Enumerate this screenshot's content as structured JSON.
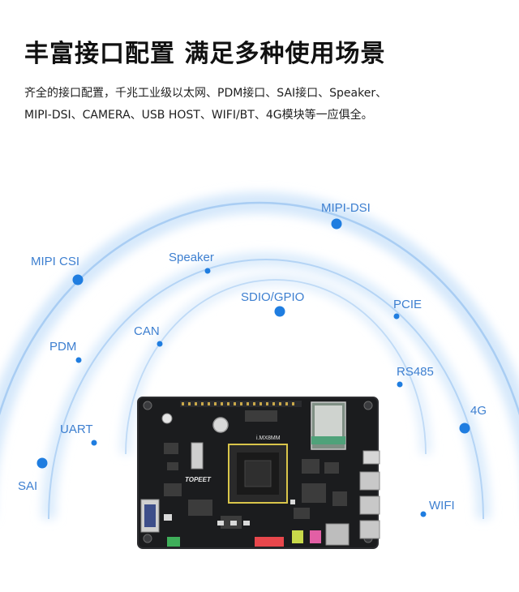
{
  "headline": "丰富接口配置 满足多种使用场景",
  "description": {
    "line1": "齐全的接口配置，千兆工业级以太网、PDM接口、SAI接口、Speaker、",
    "line2": "MIPI-DSI、CAMERA、USB HOST、WIFI/BT、4G模块等一应俱全。"
  },
  "interfaces": {
    "outer_left": [
      "MIPI CSI",
      "SAI"
    ],
    "outer_right": [
      "MIPI-DSI",
      "4G"
    ],
    "middle_left": [
      "Speaker",
      "PDM",
      "UART"
    ],
    "middle_right": [
      "PCIE",
      "RS485",
      "WIFI"
    ],
    "inner": [
      "CAN",
      "SDIO/GPIO"
    ]
  },
  "board": {
    "chip_label": "i.MX8MM",
    "brand_label": "TOPEET"
  },
  "colors": {
    "label": "#3d7fd0",
    "dot": "#1f7de0",
    "arc_glow": "#d5e8fb",
    "board": "#1b1c1e",
    "chip_border": "#d9c54a"
  }
}
